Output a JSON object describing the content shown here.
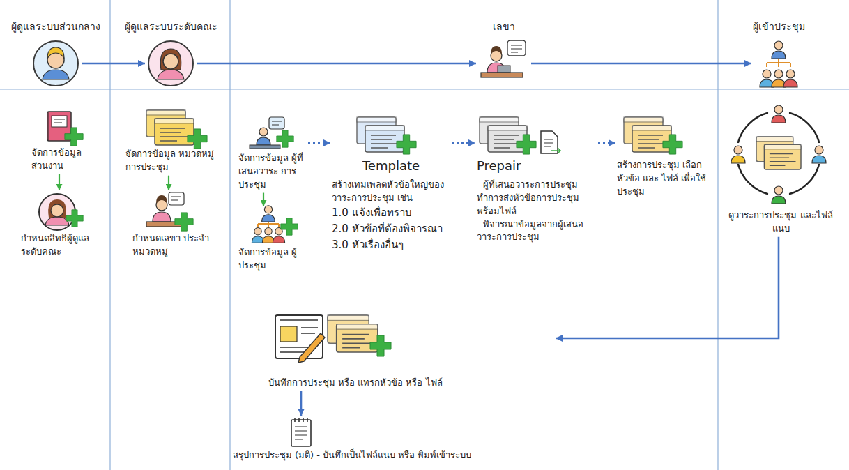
{
  "diagram": {
    "nodes": [
      {
        "text": [
          "ผู้ดูแลระบบส่วนกลาง"
        ]
      },
      {
        "text": [
          "ผู้ดูแลระบบระดับคณะ"
        ]
      },
      {
        "text": [
          "เลขา"
        ]
      },
      {
        "text": [
          "ผู้เข้าประชุม"
        ]
      },
      {
        "text": [
          "จัดการข้อมูล ส่วนงาน"
        ]
      },
      {
        "text": [
          "กำหนดสิทธิผู้ดูแล ระดับคณะ"
        ]
      },
      {
        "text": [
          "จัดการข้อมูล หมวดหมู่การประชุม"
        ]
      },
      {
        "text": [
          "กำหนดเลขา ประจำหมวดหมู่"
        ]
      },
      {
        "text": [
          "จัดการข้อมูล ผู้ที่เสนอวาระ การประชุม"
        ]
      },
      {
        "text": [
          "จัดการข้อมูล ผู้ประชุม"
        ]
      },
      {
        "text": [
          "Template",
          "สร้างเทมเพลตหัวข้อใหญ่ของ วาระการประชุม เช่น",
          "1.0 แจ้งเพื่อทราบ",
          "2.0 หัวข้อที่ต้องพิจารณา",
          "3.0 หัวเรื่องอื่นๆ"
        ]
      },
      {
        "text": [
          "Prepair",
          "- ผู้ที่เสนอวาระการประชุม ทำการส่งหัวข้อการประชุม พร้อมไฟล์",
          "- พิจารณาข้อมูลจากผู้เสนอ วาระการประชุม"
        ]
      },
      {
        "text": [
          "สร้างการประชุม เลือกหัวข้อ และ ไฟล์ เพื่อใช้ประชุม"
        ]
      },
      {
        "text": [
          "ดูวาระการประชุม และไฟล์แนบ"
        ]
      },
      {
        "text": [
          "บันทึกการประชุม หรือ แทรกหัวข้อ หรือ ไฟล์"
        ]
      },
      {
        "text": [
          "สรุปการประชุม (มติ) - บันทึกเป็นไฟล์แนบ หรือ พิมพ์เข้าระบบ"
        ]
      }
    ],
    "edges": [
      {
        "from": 0,
        "to": 1,
        "arrow": "to"
      },
      {
        "from": 1,
        "to": 2,
        "arrow": "to"
      },
      {
        "from": 2,
        "to": 3,
        "arrow": "to"
      },
      {
        "from": 4,
        "to": 5,
        "arrow": "to"
      },
      {
        "from": 6,
        "to": 7,
        "arrow": "to"
      },
      {
        "from": 8,
        "to": 9,
        "arrow": "to"
      },
      {
        "from": 8,
        "to": 10,
        "arrow": "to"
      },
      {
        "from": 10,
        "to": 11,
        "arrow": "to"
      },
      {
        "from": 11,
        "to": 12,
        "arrow": "to"
      },
      {
        "from": 13,
        "to": 14,
        "arrow": "to"
      },
      {
        "from": 14,
        "to": 15,
        "arrow": "to"
      }
    ]
  }
}
